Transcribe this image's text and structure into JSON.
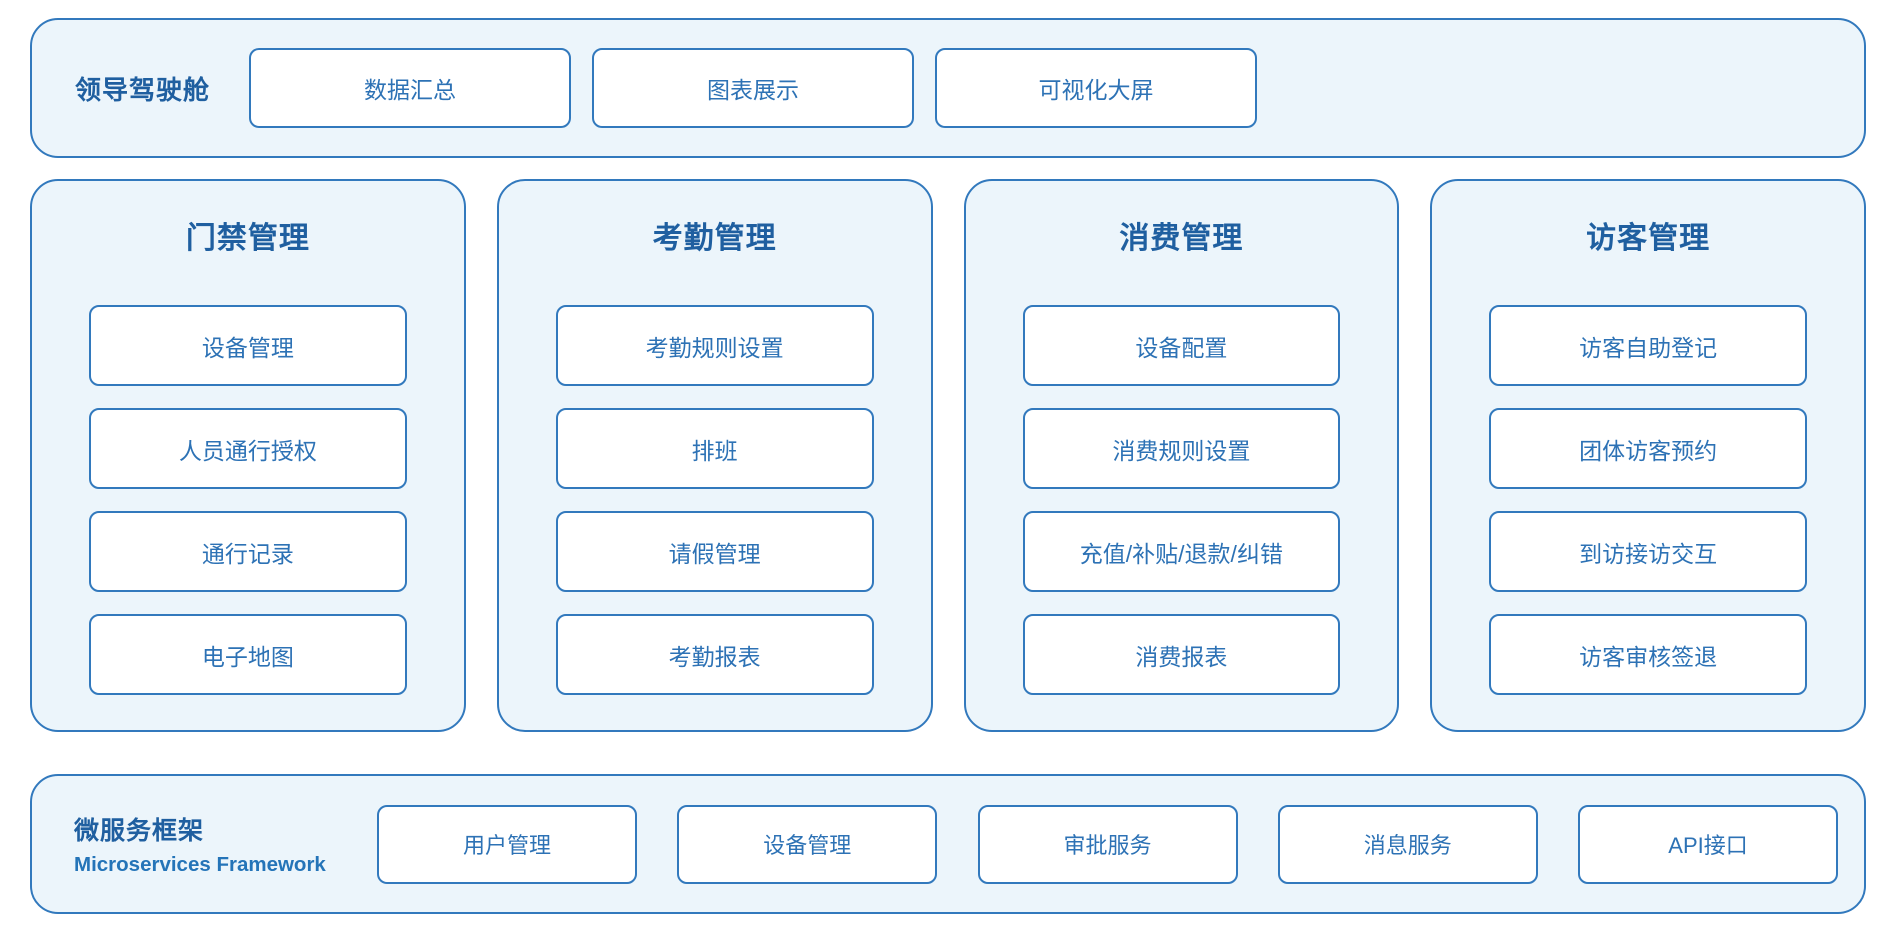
{
  "colors": {
    "container_fill": "#ecf5fb",
    "container_border": "#3279bd",
    "button_fill": "#ffffff",
    "title_text": "#1f5fa0",
    "button_text": "#2d72b5"
  },
  "top_banner": {
    "label": "领导驾驶舱",
    "buttons": [
      "数据汇总",
      "图表展示",
      "可视化大屏"
    ]
  },
  "modules": [
    {
      "title": "门禁管理",
      "items": [
        "设备管理",
        "人员通行授权",
        "通行记录",
        "电子地图"
      ]
    },
    {
      "title": "考勤管理",
      "items": [
        "考勤规则设置",
        "排班",
        "请假管理",
        "考勤报表"
      ]
    },
    {
      "title": "消费管理",
      "items": [
        "设备配置",
        "消费规则设置",
        "充值/补贴/退款/纠错",
        "消费报表"
      ]
    },
    {
      "title": "访客管理",
      "items": [
        "访客自助登记",
        "团体访客预约",
        "到访接访交互",
        "访客审核签退"
      ]
    }
  ],
  "bottom_banner": {
    "label_zh": "微服务框架",
    "label_en": "Microservices Framework",
    "buttons": [
      "用户管理",
      "设备管理",
      "审批服务",
      "消息服务",
      "API接口"
    ]
  }
}
